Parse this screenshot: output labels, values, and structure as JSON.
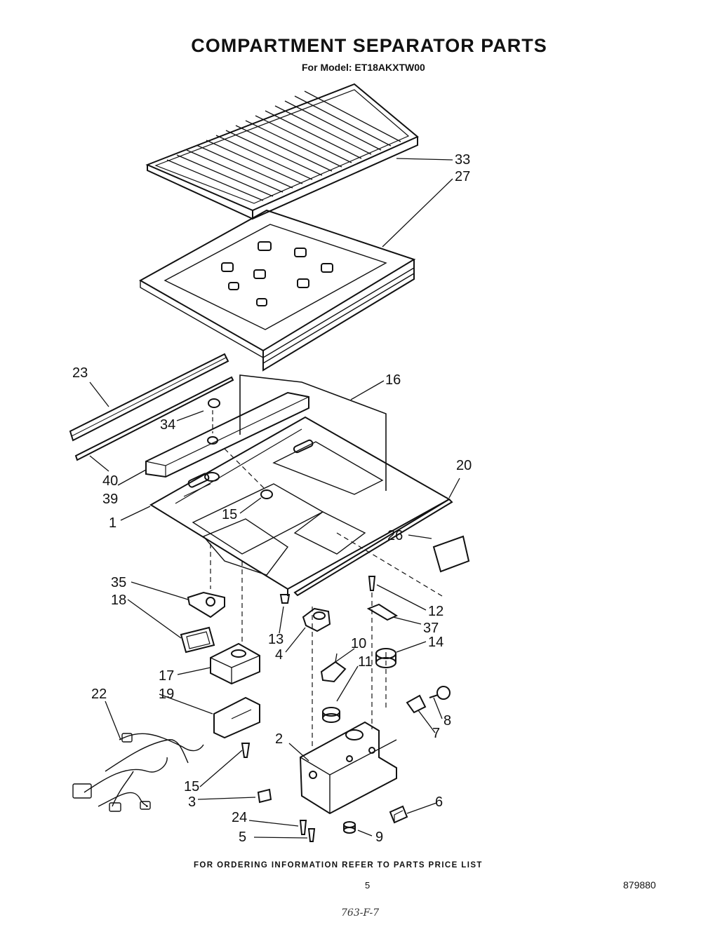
{
  "title": "COMPARTMENT SEPARATOR PARTS",
  "subtitle": "For Model: ET18AKXTW00",
  "callouts": [
    "33",
    "27",
    "23",
    "16",
    "34",
    "40",
    "39",
    "20",
    "15",
    "1",
    "26",
    "35",
    "18",
    "12",
    "37",
    "13",
    "4",
    "10",
    "14",
    "11",
    "17",
    "19",
    "22",
    "8",
    "7",
    "2",
    "15",
    "3",
    "6",
    "24",
    "9",
    "5"
  ],
  "footer": {
    "ordering_note": "FOR ORDERING INFORMATION REFER TO PARTS PRICE LIST",
    "page_number": "5",
    "document_number": "879880",
    "handwritten_note": "763-F-7"
  }
}
